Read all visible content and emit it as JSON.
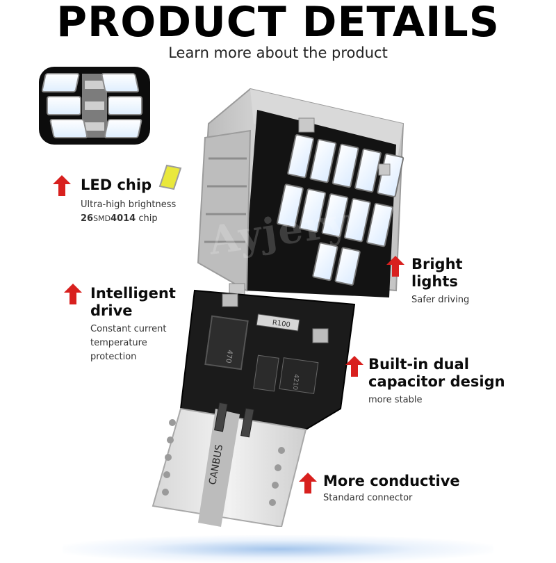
{
  "header": {
    "title": "PRODUCT DETAILS",
    "subtitle": "Learn more about the product"
  },
  "features": {
    "led_chip": {
      "title": "LED chip",
      "line1": "Ultra-high brightness",
      "count": "26",
      "smd": "SMD",
      "model": "4014",
      "chip": " chip"
    },
    "intelligent": {
      "title_line1": "Intelligent",
      "title_line2": "drive",
      "desc_line1": "Constant current",
      "desc_line2": "temperature",
      "desc_line3": "protection"
    },
    "bright": {
      "title_line1": "Bright",
      "title_line2": "lights",
      "desc": "Safer driving"
    },
    "capacitor": {
      "title_line1": "Built-in dual",
      "title_line2": "capacitor design",
      "desc": "more stable"
    },
    "conductive": {
      "title": "More conductive",
      "desc": "Standard connector"
    }
  },
  "product": {
    "base_label": "CANBUS",
    "resistor_label": "R100",
    "component_label_1": "470",
    "component_label_2": "4210",
    "watermark": "Ayjery"
  },
  "colors": {
    "arrow": "#d8201e",
    "led": "#eef6ff",
    "pcb": "#1a1a1a",
    "chip_yellow": "#e9e83c"
  }
}
